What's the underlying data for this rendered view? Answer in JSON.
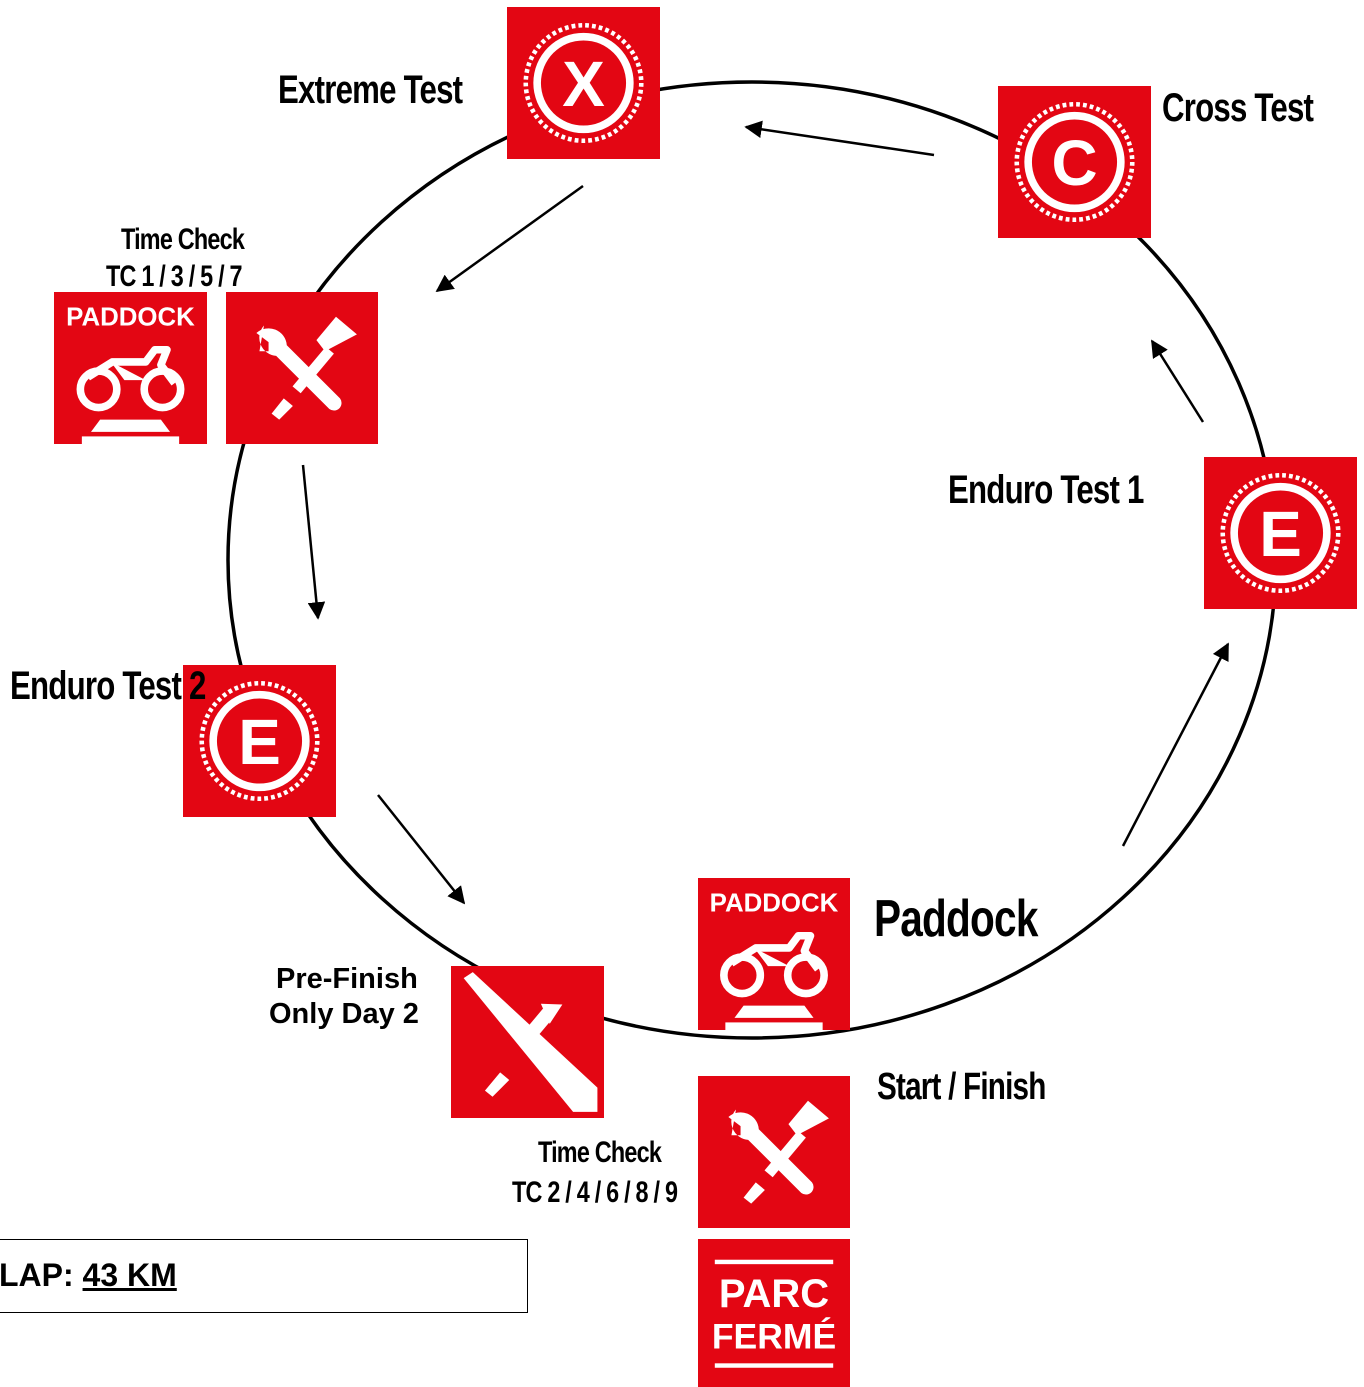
{
  "stations": {
    "extreme": {
      "label": "Extreme Test",
      "letter": "X"
    },
    "cross": {
      "label": "Cross Test",
      "letter": "C"
    },
    "enduro1": {
      "label": "Enduro Test 1",
      "letter": "E"
    },
    "enduro2": {
      "label": "Enduro Test 2",
      "letter": "E"
    },
    "time_check_1": {
      "line1": "Time Check",
      "line2": "TC 1 / 3 / 5 / 7"
    },
    "time_check_2": {
      "line1": "Time Check",
      "line2": "TC 2 / 4 / 6 / 8 / 9"
    },
    "pre_finish": {
      "line1": "Pre-Finish",
      "line2": "Only Day 2"
    },
    "paddock": {
      "label": "Paddock"
    },
    "start_finish": {
      "label": "Start / Finish"
    }
  },
  "icons": {
    "paddock_text": "PADDOCK",
    "parc_line1": "PARC",
    "parc_line2": "FERMÉ"
  },
  "lap": {
    "prefix": "LAP:",
    "value": "43 KM"
  },
  "colors": {
    "accent": "#e30613",
    "line": "#000000",
    "icon_fg": "#ffffff"
  }
}
